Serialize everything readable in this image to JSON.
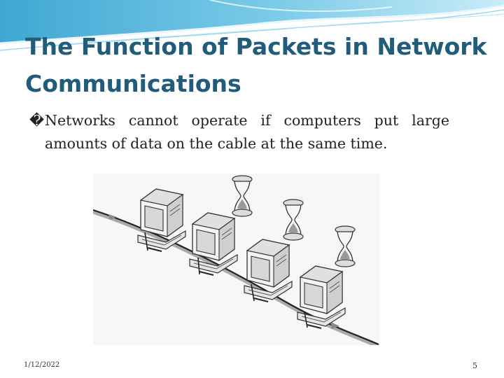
{
  "slide": {
    "title": "The Function of Packets in Network Communications",
    "bullet_glyph": "�",
    "bullet_line1": "Networks cannot operate if computers put large",
    "bullet_line2": "amounts of data on the cable at the same time.",
    "date": "1/12/2022",
    "page_number": "5"
  },
  "illustration": {
    "description_icons": [
      "computer-icon",
      "hourglass-icon",
      "network-cable"
    ],
    "computer_count": 4,
    "hourglass_count": 3
  },
  "colors": {
    "title": "#215d7b",
    "accent_wave": "#4fb3d9",
    "text": "#222222"
  }
}
